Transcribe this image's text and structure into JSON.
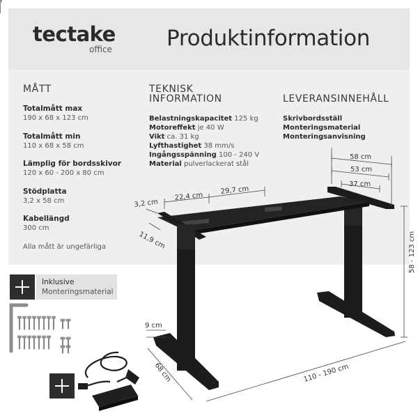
{
  "brand": {
    "name": "tectake",
    "sub": "office"
  },
  "title": "Produktinformation",
  "dimensions": {
    "heading": "MÅTT",
    "specs": [
      {
        "name": "Totalmått max",
        "value": "190 x 68 x 123 cm"
      },
      {
        "name": "Totalmått min",
        "value": "110 x 68 x 58 cm"
      },
      {
        "name": "Lämplig för bordsskivor",
        "value": "120 x 60 - 200 x 80 cm"
      },
      {
        "name": "Stödplatta",
        "value": "3,2 x 58 cm"
      },
      {
        "name": "Kabellängd",
        "value": "300 cm"
      }
    ],
    "note": "Alla mått är ungefärliga"
  },
  "technical": {
    "heading_1": "TEKNISK",
    "heading_2": "INFORMATION",
    "lines": [
      {
        "label": "Belastningskapacitet",
        "value": "125 kg"
      },
      {
        "label": "Motoreffekt",
        "value": "je 40 W"
      },
      {
        "label": "Vikt",
        "value": "ca. 31 kg"
      },
      {
        "label": "Lyfthastighet",
        "value": "38 mm/s"
      },
      {
        "label": "Ingångsspänning",
        "value": "100 - 240 V"
      },
      {
        "label": "Material",
        "value": "pulverlackerat stål"
      }
    ]
  },
  "delivery": {
    "heading": "LEVERANSINNEHÅLL",
    "items": [
      "Skrivbordsställ",
      "Monteringsmaterial",
      "Monteringsanvisning"
    ]
  },
  "included": {
    "line_1": "Inklusive",
    "line_2": "Monteringsmaterial"
  },
  "measure_labels": {
    "w58": "58 cm",
    "w53": "53 cm",
    "w37": "37 cm",
    "t32": "3,2 cm",
    "s224": "22,4 cm",
    "s297": "29,7 cm",
    "d119": "11,9 cm",
    "height": "58 - 123 cm",
    "f9": "9 cm",
    "depth": "68 cm",
    "width": "110 - 190 cm"
  }
}
